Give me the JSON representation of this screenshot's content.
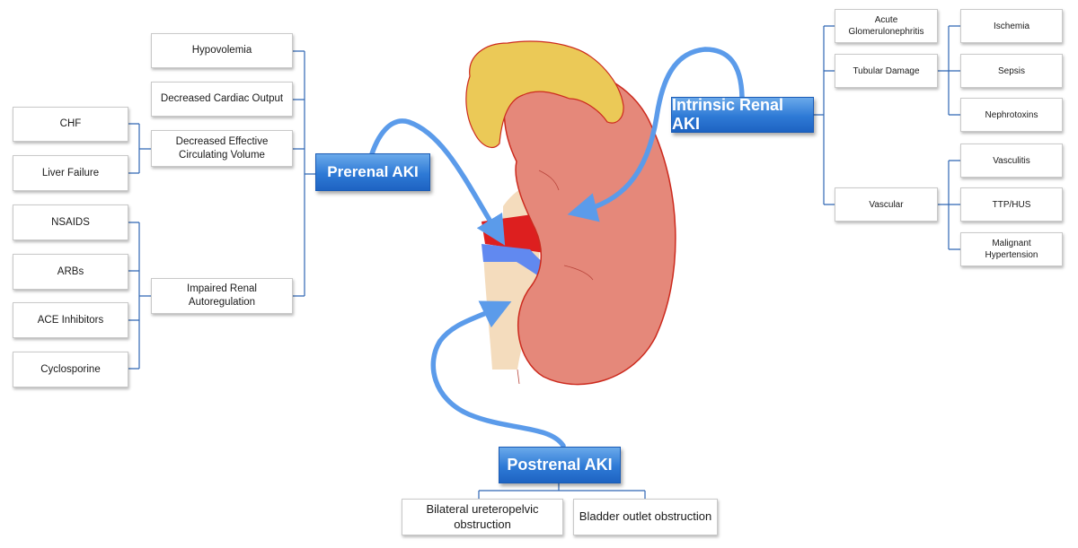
{
  "categories": {
    "prerenal": "Prerenal AKI",
    "intrinsic": "Intrinsic Renal AKI",
    "postrenal": "Postrenal AKI"
  },
  "prerenal": {
    "hypovolemia": "Hypovolemia",
    "cardiac_output": "Decreased Cardiac Output",
    "effective_volume": "Decreased Effective Circulating Volume",
    "autoregulation": "Impaired Renal Autoregulation",
    "volume_causes": [
      "CHF",
      "Liver Failure"
    ],
    "autoregulation_causes": [
      "NSAIDS",
      "ARBs",
      "ACE Inhibitors",
      "Cyclosporine"
    ]
  },
  "intrinsic": {
    "glomerulonephritis": "Acute Glomerulonephritis",
    "tubular": "Tubular Damage",
    "vascular": "Vascular",
    "tubular_causes": [
      "Ischemia",
      "Sepsis",
      "Nephrotoxins"
    ],
    "vascular_causes": [
      "Vasculitis",
      "TTP/HUS",
      "Malignant Hypertension"
    ]
  },
  "postrenal": {
    "causes": [
      "Bilateral ureteropelvic obstruction",
      "Bladder outlet obstruction"
    ]
  },
  "colors": {
    "category_fill": "#2e7ad6",
    "connector_line": "#2f66b3",
    "arrow": "#5b9bea",
    "kidney": "#e5887a",
    "adrenal": "#ebc957",
    "artery": "#dd1f1f",
    "vein": "#6189f0",
    "ureter": "#f4dcbd"
  }
}
